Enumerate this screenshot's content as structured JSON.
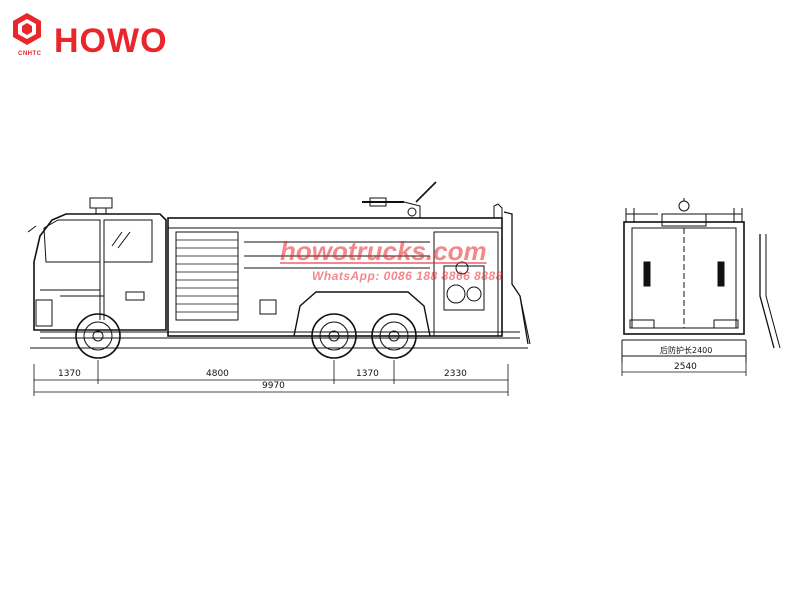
{
  "header": {
    "brand": "HOWO",
    "mark_text": "CNHTC",
    "brand_color": "#e8262b",
    "logo_icon": "sinotruk-hexagon-logo"
  },
  "watermark": {
    "site": "howotrucks.com",
    "whatsapp": "WhatsApp: 0086 188 8866 8888"
  },
  "side_view": {
    "dimensions": {
      "front_overhang": "1370",
      "wheelbase": "4800",
      "axle_spacing": "1370",
      "rear_overhang": "2330",
      "overall_length": "9970"
    }
  },
  "rear_view": {
    "dimensions": {
      "rear_guard_length": "后防护长2400",
      "overall_width": "2540"
    }
  }
}
